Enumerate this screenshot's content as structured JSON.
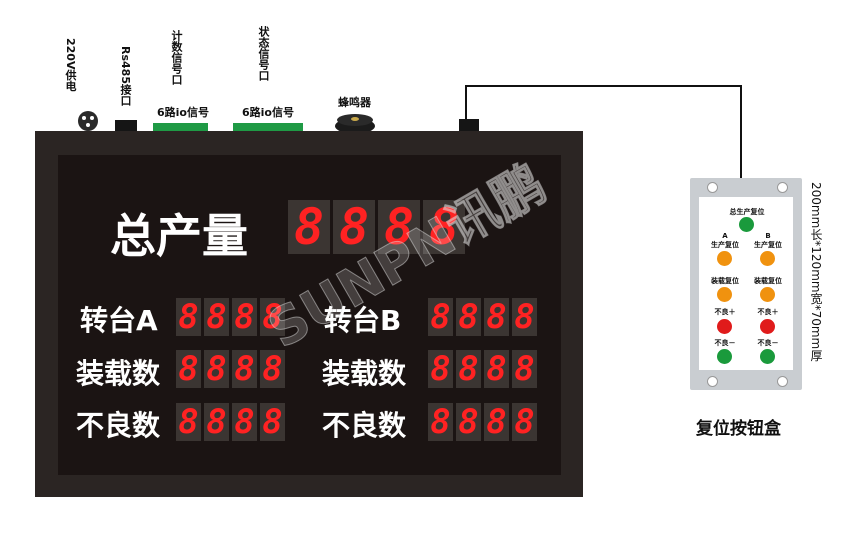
{
  "top_labels": {
    "power": "220V供电",
    "rs485": "Rs485接口",
    "count_signal": "计数信号口",
    "count_signal_sub": "6路io信号",
    "status_signal": "状态信号口",
    "status_signal_sub": "6路io信号",
    "buzzer": "蜂鸣器"
  },
  "board": {
    "total_label": "总产量",
    "total_digits": "8888",
    "left": {
      "turntable": "转台A",
      "load": "装载数",
      "defect": "不良数"
    },
    "right": {
      "turntable": "转台B",
      "load": "装载数",
      "defect": "不良数"
    },
    "small_digits": "8888",
    "watermark": "SUNPN讯鹏"
  },
  "button_box": {
    "title": "复位按钮盒",
    "dimension": "200mm长*120mm宽*70mm厚",
    "total_reset": "总生产复位",
    "col_a": "A",
    "col_b": "B",
    "prod_reset": "生产复位",
    "load_reset": "装载复位",
    "defect_plus": "不良＋",
    "defect_minus": "不良－"
  },
  "colors": {
    "digit_red": "#ff2222",
    "green": "#1a9a3c",
    "orange": "#f0920f",
    "red": "#e01b1b",
    "board": "#2b2523"
  }
}
